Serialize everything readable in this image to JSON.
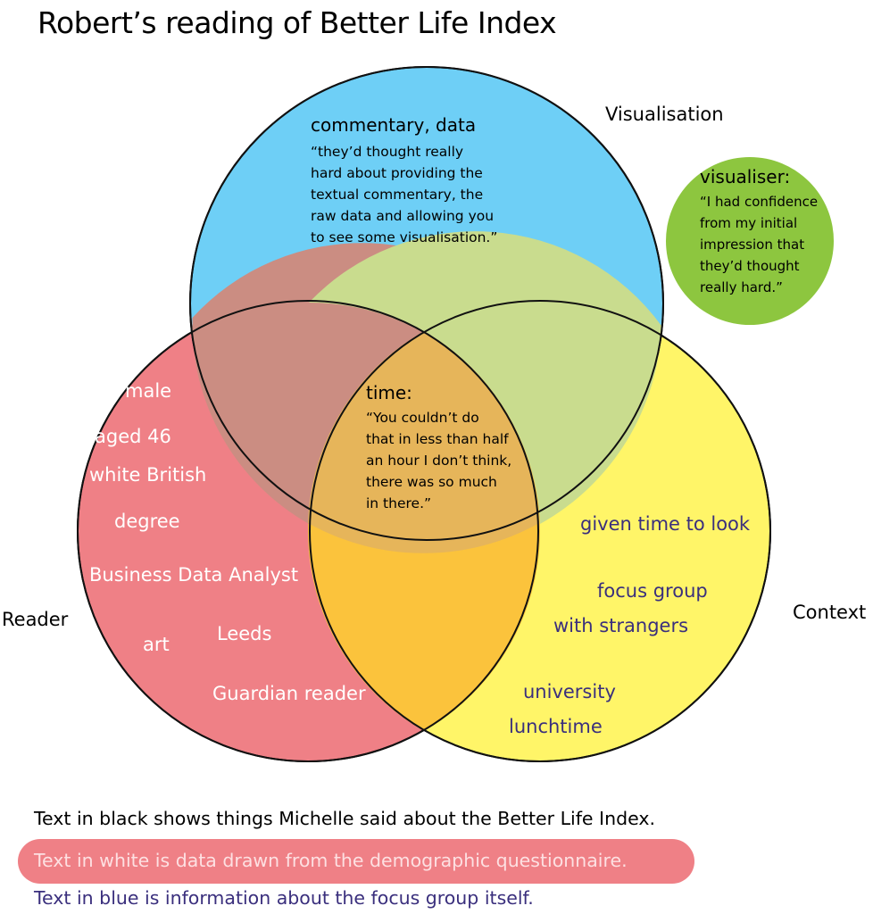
{
  "title": "Robert’s reading of Better Life Index",
  "sets": {
    "visualisation": "Visualisation",
    "reader": "Reader",
    "context": "Context"
  },
  "colors": {
    "visualisation": "#6ecff6",
    "reader": "#ef8086",
    "context": "#fff568",
    "visualiser_bubble": "#8dc63f",
    "blue_text": "#3a2f7d"
  },
  "visualisation_note": {
    "heading": "commentary, data",
    "quote": [
      "“they’d thought really",
      "hard about providing the",
      "textual commentary, the",
      "raw data and allowing you",
      "to see some visualisation.”"
    ]
  },
  "visualiser_note": {
    "heading": "visualiser:",
    "quote": [
      "“I had confidence",
      "from my initial",
      "impression that",
      "they’d thought",
      "really hard.”"
    ]
  },
  "center_note": {
    "heading": "time:",
    "quote": [
      "“You couldn’t do",
      "that in less than half",
      "an hour I don’t think,",
      "there was so much",
      "in there.”"
    ]
  },
  "reader_items": [
    "male",
    "aged 46",
    "white British",
    "degree",
    "Business Data Analyst",
    "art",
    "Leeds",
    "Guardian reader"
  ],
  "context_items": [
    "given time to look",
    "focus group",
    "with strangers",
    "university",
    "lunchtime"
  ],
  "legend": {
    "black": "Text in black shows things Michelle said about the Better Life Index.",
    "white": "Text in white is data drawn from the demographic questionnaire.",
    "blue": "Text in blue is information about the focus group itself."
  }
}
